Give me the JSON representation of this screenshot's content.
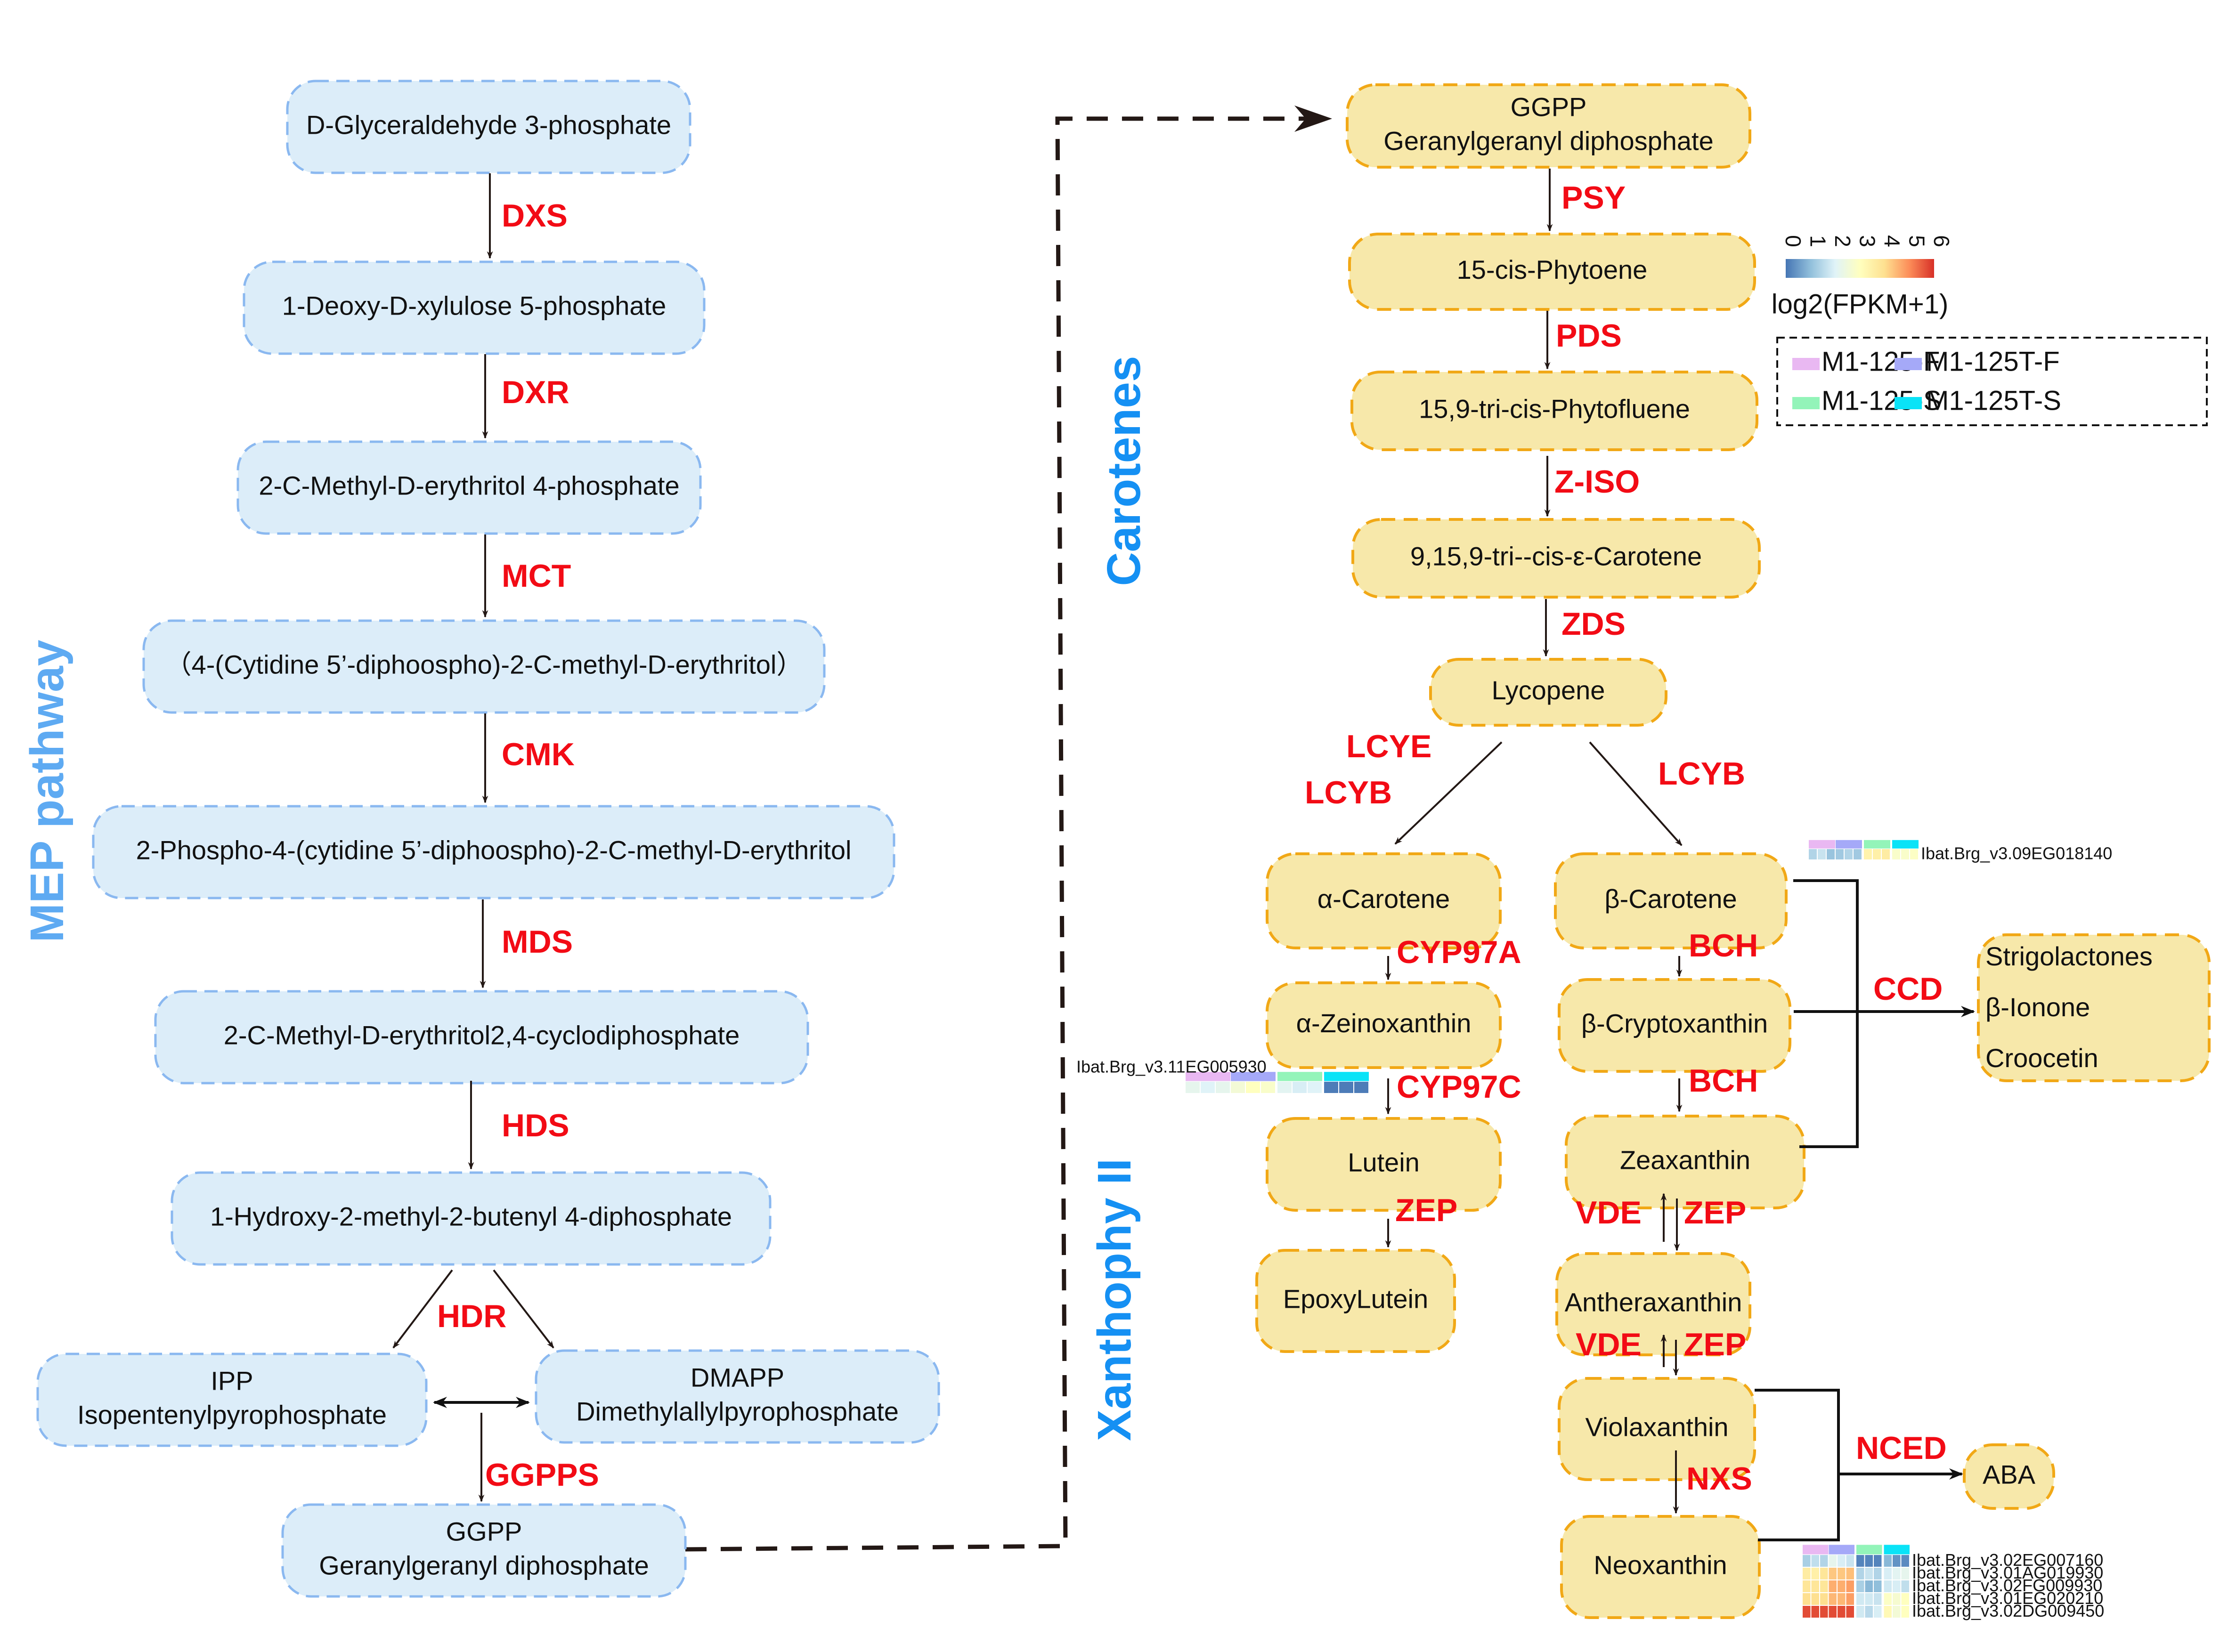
{
  "side_labels": {
    "mep": "MEP pathway",
    "carotenes": "Carotenes",
    "xanthophyll": "Xanthophy II"
  },
  "colors": {
    "mep_label": "#5eaaf2",
    "carotene_label": "#1590f3",
    "enzyme": "#f20b15",
    "mep_fill": "#dcedf9",
    "carotenoid_fill": "#f7e8aa"
  },
  "mep_nodes": [
    {
      "id": "g3p",
      "lines": [
        "D-Glyceraldehyde 3-phosphate"
      ]
    },
    {
      "id": "dxp",
      "lines": [
        "1-Deoxy-D-xylulose 5-phosphate"
      ]
    },
    {
      "id": "mep",
      "lines": [
        "2-C-Methyl-D-erythritol 4-phosphate"
      ]
    },
    {
      "id": "cdpme",
      "lines": [
        "（4-(Cytidine 5’-diphoospho)-2-C-methyl-D-erythritol）"
      ]
    },
    {
      "id": "cdpmep",
      "lines": [
        "2-Phospho-4-(cytidine 5’-diphoospho)-2-C-methyl-D-erythritol"
      ]
    },
    {
      "id": "mecpp",
      "lines": [
        "2-C-Methyl-D-erythritol2,4-cyclodiphosphate"
      ]
    },
    {
      "id": "hmbpp",
      "lines": [
        "1-Hydroxy-2-methyl-2-butenyl 4-diphosphate"
      ]
    },
    {
      "id": "ipp",
      "lines": [
        "IPP",
        "Isopentenylpyrophosphate"
      ]
    },
    {
      "id": "dmapp",
      "lines": [
        "DMAPP",
        "Dimethylallylpyrophosphate"
      ]
    },
    {
      "id": "ggpp_mep",
      "lines": [
        "GGPP",
        "Geranylgeranyl diphosphate"
      ]
    }
  ],
  "mep_enzymes": [
    "DXS",
    "DXR",
    "MCT",
    "CMK",
    "MDS",
    "HDS",
    "HDR",
    "GGPPS"
  ],
  "carotenoid_nodes": [
    {
      "id": "ggpp",
      "lines": [
        "GGPP",
        "Geranylgeranyl diphosphate"
      ]
    },
    {
      "id": "phytoene",
      "lines": [
        "15-cis-Phytoene"
      ]
    },
    {
      "id": "phytofluene",
      "lines": [
        "15,9-tri-cis-Phytofluene"
      ]
    },
    {
      "id": "zcarotene",
      "lines": [
        "9,15,9-tri--cis-ε-Carotene"
      ]
    },
    {
      "id": "lycopene",
      "lines": [
        "Lycopene"
      ]
    },
    {
      "id": "acarotene",
      "lines": [
        "α-Carotene"
      ]
    },
    {
      "id": "bcarotene",
      "lines": [
        "β-Carotene"
      ]
    },
    {
      "id": "azein",
      "lines": [
        "α-Zeinoxanthin"
      ]
    },
    {
      "id": "bcrypto",
      "lines": [
        "β-Cryptoxanthin"
      ]
    },
    {
      "id": "lutein",
      "lines": [
        "Lutein"
      ]
    },
    {
      "id": "zeax",
      "lines": [
        "Zeaxanthin"
      ]
    },
    {
      "id": "epoxylutein",
      "lines": [
        "EpoxyLutein"
      ]
    },
    {
      "id": "anthera",
      "lines": [
        "Antheraxanthin"
      ]
    },
    {
      "id": "viola",
      "lines": [
        "Violaxanthin"
      ]
    },
    {
      "id": "neo",
      "lines": [
        "Neoxanthin"
      ]
    },
    {
      "id": "aba",
      "lines": [
        "ABA"
      ]
    }
  ],
  "ccd_products": [
    "Strigolactones",
    "β-Ionone",
    "Croocetin"
  ],
  "carotenoid_enzymes": {
    "psy": "PSY",
    "pds": "PDS",
    "ziso": "Z-ISO",
    "zds": "ZDS",
    "lcye": "LCYE",
    "lcyb_a": "LCYB",
    "lcyb_b": "LCYB",
    "cyp97a": "CYP97A",
    "cyp97c": "CYP97C",
    "zep_lutein": "ZEP",
    "bch1": "BCH",
    "bch2": "BCH",
    "vde1": "VDE",
    "zep1": "ZEP",
    "vde2": "VDE",
    "zep2": "ZEP",
    "nxs": "NXS",
    "ccd": "CCD",
    "nced": "NCED"
  },
  "colorbar": {
    "title": "log2(FPKM+1)",
    "ticks": [
      "0",
      "1",
      "2",
      "3",
      "4",
      "5",
      "6"
    ],
    "range": [
      0,
      6
    ],
    "stops": [
      "#4575b4",
      "#91bfdb",
      "#e0f3f8",
      "#ffffbf",
      "#fee090",
      "#fc8d59",
      "#d73027"
    ]
  },
  "sample_legend": [
    {
      "name": "M1-125-F",
      "color": "#e9b8f2"
    },
    {
      "name": "M1-125T-F",
      "color": "#a5a9f8"
    },
    {
      "name": "M1-125-S",
      "color": "#93f4b9"
    },
    {
      "name": "M1-125T-S",
      "color": "#0ae3f7"
    }
  ],
  "heatmaps": [
    {
      "id": "hm_bcarotene",
      "genes": [
        {
          "name": "Ibat.Brg_v3.09EG018140",
          "values": [
            1.4,
            1.7,
            1.1,
            1.2,
            1.4,
            1.2,
            3.4,
            3.5,
            3.6,
            2.8,
            2.8,
            2.9
          ]
        }
      ]
    },
    {
      "id": "hm_lutein",
      "genes": [
        {
          "name": "Ibat.Brg_v3.11EG005930",
          "values": [
            2.2,
            2.0,
            2.2,
            2.6,
            3.0,
            2.8,
            2.1,
            1.9,
            2.0,
            0.1,
            0.1,
            0.1
          ]
        }
      ]
    },
    {
      "id": "hm_neoxanthin",
      "genes": [
        {
          "name": "Ibat.Brg_v3.02EG007160",
          "values": [
            1.3,
            1.6,
            1.4,
            2.2,
            1.9,
            1.7,
            0.2,
            0.2,
            0.2,
            0.9,
            0.4,
            0.3
          ]
        },
        {
          "name": "Ibat.Brg_v3.01AG019930",
          "values": [
            3.6,
            3.5,
            3.8,
            4.3,
            4.3,
            4.4,
            1.4,
            1.7,
            1.4,
            1.9,
            2.1,
            2.2
          ]
        },
        {
          "name": "Ibat.Brg_v3.02FG009930",
          "values": [
            3.8,
            3.8,
            3.8,
            4.6,
            4.6,
            4.8,
            1.3,
            0.9,
            1.0,
            1.8,
            1.9,
            1.6
          ]
        },
        {
          "name": "Ibat.Brg_v3.01EG020210",
          "values": [
            4.0,
            4.0,
            4.0,
            4.5,
            4.5,
            4.8,
            1.8,
            1.8,
            1.7,
            2.9,
            2.7,
            3.0
          ]
        },
        {
          "name": "Ibat.Brg_v3.02DG009450",
          "values": [
            5.7,
            5.7,
            5.7,
            5.7,
            5.7,
            5.7,
            1.8,
            1.5,
            1.9,
            3.2,
            2.6,
            3.0
          ]
        }
      ]
    }
  ]
}
